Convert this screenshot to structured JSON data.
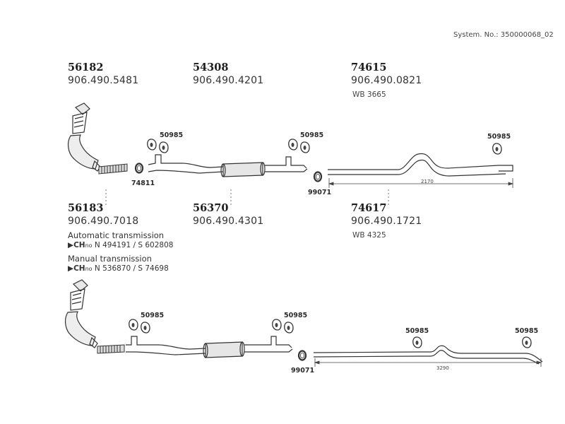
{
  "system_no": "System. No.: 350000068_02",
  "groups": {
    "p56182": {
      "num": "56182",
      "oem": "906.490.5481"
    },
    "p54308": {
      "num": "54308",
      "oem": "906.490.4201"
    },
    "p74615": {
      "num": "74615",
      "oem": "906.490.0821",
      "wb": "WB 3665"
    },
    "p56183": {
      "num": "56183",
      "oem": "906.490.7018"
    },
    "p56370": {
      "num": "56370",
      "oem": "906.490.4301"
    },
    "p74617": {
      "num": "74617",
      "oem": "906.490.1721",
      "wb": "WB 4325"
    }
  },
  "notes": {
    "auto": "Automatic transmission",
    "auto_chassis": "N 494191 / S 602808",
    "manual": "Manual transmission",
    "manual_chassis": "N 536870 / S 74698",
    "ch_prefix": "CH",
    "no_suffix": "no"
  },
  "labels": {
    "clamp_74811": "74811",
    "hanger_50985": "50985",
    "clamp_99071": "99071",
    "dim_2170": "2170",
    "dim_3290": "3290"
  }
}
